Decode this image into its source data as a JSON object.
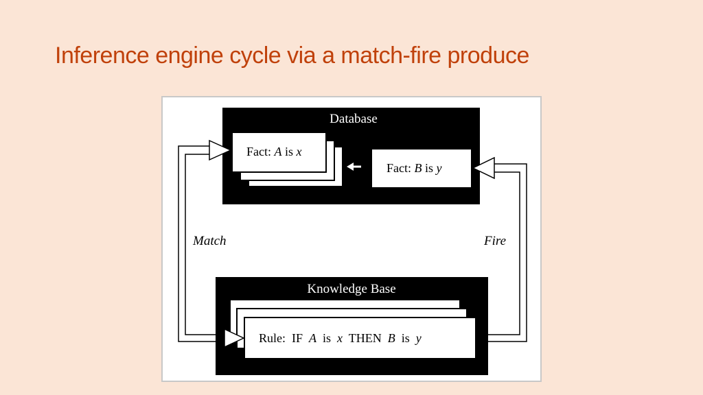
{
  "slide": {
    "title": "Inference engine cycle via a match-fire produce"
  },
  "diagram": {
    "database_label": "Database",
    "fact_a": {
      "prefix": "Fact: ",
      "var": "A",
      "mid": " is ",
      "val": "x"
    },
    "fact_b": {
      "prefix": "Fact: ",
      "var": "B",
      "mid": " is ",
      "val": "y"
    },
    "match_label": "Match",
    "fire_label": "Fire",
    "knowledge_base_label": "Knowledge Base",
    "rule": {
      "p1": "Rule:  IF  ",
      "v1": "A",
      "p2": "  is  ",
      "x": "x",
      "p3": "  THEN  ",
      "v2": "B",
      "p4": "  is  ",
      "y": "y"
    }
  },
  "colors": {
    "title": "#c0410b",
    "background": "#fbe5d6",
    "panel": "#000000"
  }
}
